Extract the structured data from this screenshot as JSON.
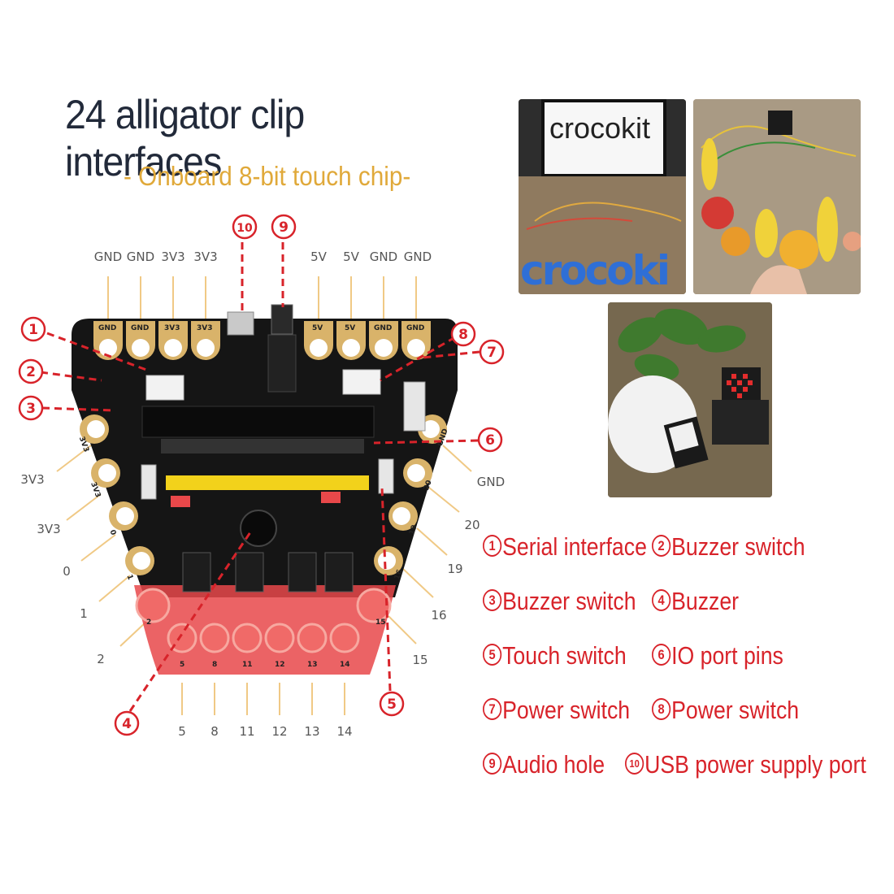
{
  "header": {
    "title": "24 alligator clip interfaces",
    "subtitle": "- Onboard 8-bit touch chip-"
  },
  "pins": {
    "top": [
      "GND",
      "GND",
      "3V3",
      "3V3",
      "5V",
      "5V",
      "GND",
      "GND"
    ],
    "left": [
      "3V3",
      "3V3",
      "0",
      "1",
      "2"
    ],
    "right": [
      "GND",
      "20",
      "19",
      "16",
      "15"
    ],
    "bottom": [
      "5",
      "8",
      "11",
      "12",
      "13",
      "14"
    ],
    "board_top": [
      "GND",
      "GND",
      "3V3",
      "3V3",
      "5V",
      "5V",
      "GND",
      "GND"
    ],
    "board_left": [
      "3V3",
      "3V3",
      "0",
      "1",
      "2"
    ],
    "board_right": [
      "GND",
      "20",
      "19",
      "16",
      "15"
    ],
    "board_bottom": [
      "5",
      "8",
      "11",
      "12",
      "13",
      "14"
    ]
  },
  "callouts": [
    "1",
    "2",
    "3",
    "4",
    "5",
    "6",
    "7",
    "8",
    "9",
    "10"
  ],
  "photos": {
    "sign_text": "crocokit",
    "letters": "crocoki"
  },
  "legend": [
    {
      "num": "1",
      "label": "Serial interface"
    },
    {
      "num": "2",
      "label": "Buzzer switch"
    },
    {
      "num": "3",
      "label": "Buzzer switch"
    },
    {
      "num": "4",
      "label": "Buzzer"
    },
    {
      "num": "5",
      "label": "Touch switch"
    },
    {
      "num": "6",
      "label": "IO port pins"
    },
    {
      "num": "7",
      "label": "Power switch"
    },
    {
      "num": "8",
      "label": "Power switch"
    },
    {
      "num": "9",
      "label": "Audio hole"
    },
    {
      "num": "10",
      "label": "USB power supply port"
    }
  ],
  "colors": {
    "accent_red": "#d8232a",
    "subtitle_gold": "#e0a93a",
    "board_black": "#151515",
    "pad_gold": "#d9b36a",
    "header_yellow": "#f2d21b",
    "touch_red": "#e8484a"
  }
}
